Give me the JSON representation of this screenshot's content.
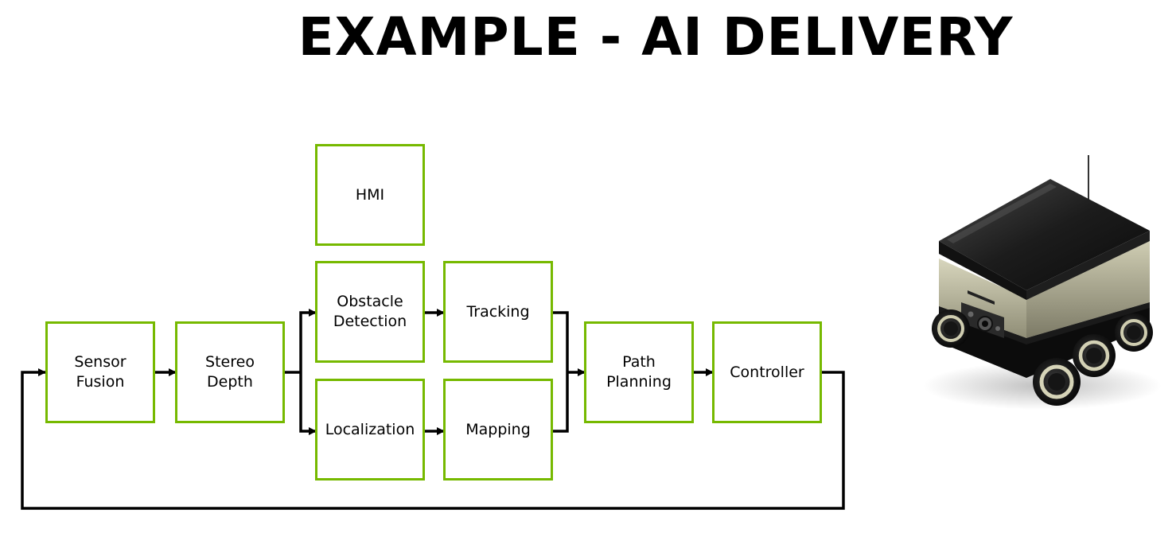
{
  "title": "EXAMPLE - AI DELIVERY",
  "colors": {
    "box_border": "#76b900",
    "wire": "#000000",
    "background": "#ffffff"
  },
  "nodes": {
    "sensor_fusion": "Sensor\nFusion",
    "stereo_depth": "Stereo\nDepth",
    "hmi": "HMI",
    "obstacle_detection": "Obstacle\nDetection",
    "localization": "Localization",
    "tracking": "Tracking",
    "mapping": "Mapping",
    "path_planning": "Path\nPlanning",
    "controller": "Controller"
  },
  "edges": [
    {
      "from": "sensor_fusion",
      "to": "stereo_depth"
    },
    {
      "from": "stereo_depth",
      "to": "obstacle_detection"
    },
    {
      "from": "stereo_depth",
      "to": "localization"
    },
    {
      "from": "obstacle_detection",
      "to": "tracking"
    },
    {
      "from": "localization",
      "to": "mapping"
    },
    {
      "from": "tracking",
      "to": "path_planning"
    },
    {
      "from": "mapping",
      "to": "path_planning"
    },
    {
      "from": "path_planning",
      "to": "controller"
    },
    {
      "from": "controller",
      "to": "sensor_fusion"
    }
  ],
  "illustration": {
    "icon": "delivery-robot-icon"
  }
}
